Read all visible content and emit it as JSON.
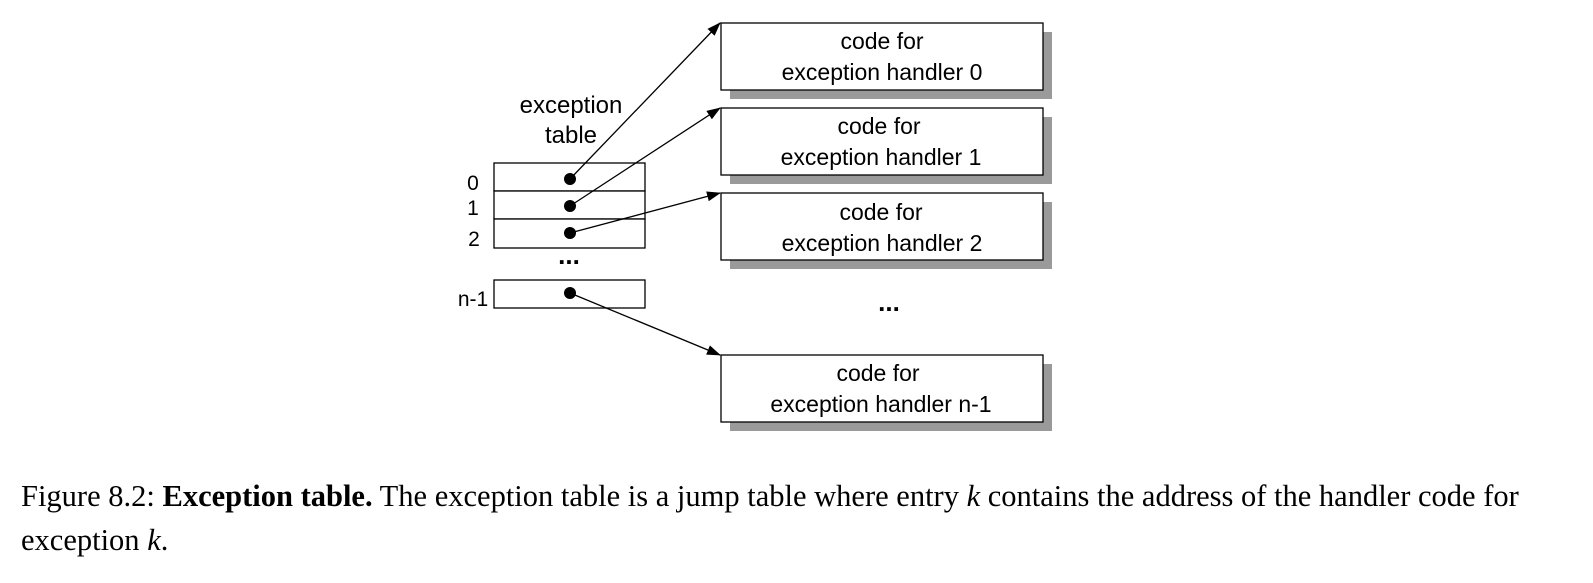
{
  "diagram": {
    "table_label_line1": "exception",
    "table_label_line2": "table",
    "row_indices": [
      "0",
      "1",
      "2",
      "n-1"
    ],
    "table_ellipsis": "...",
    "handlers": [
      {
        "line1": "code for",
        "line2": "exception handler 0"
      },
      {
        "line1": "code for",
        "line2": "exception handler 1"
      },
      {
        "line1": "code for",
        "line2": "exception handler 2"
      },
      {
        "line1": "code for",
        "line2": "exception handler n-1"
      }
    ],
    "handler_ellipsis": "..."
  },
  "caption": {
    "number": "Figure 8.2:",
    "title": "Exception table.",
    "text1": "The exception table is a jump table where entry",
    "var_k1": "k",
    "text2": "contains the address of the handler code for exception",
    "var_k2": "k",
    "end": "."
  }
}
